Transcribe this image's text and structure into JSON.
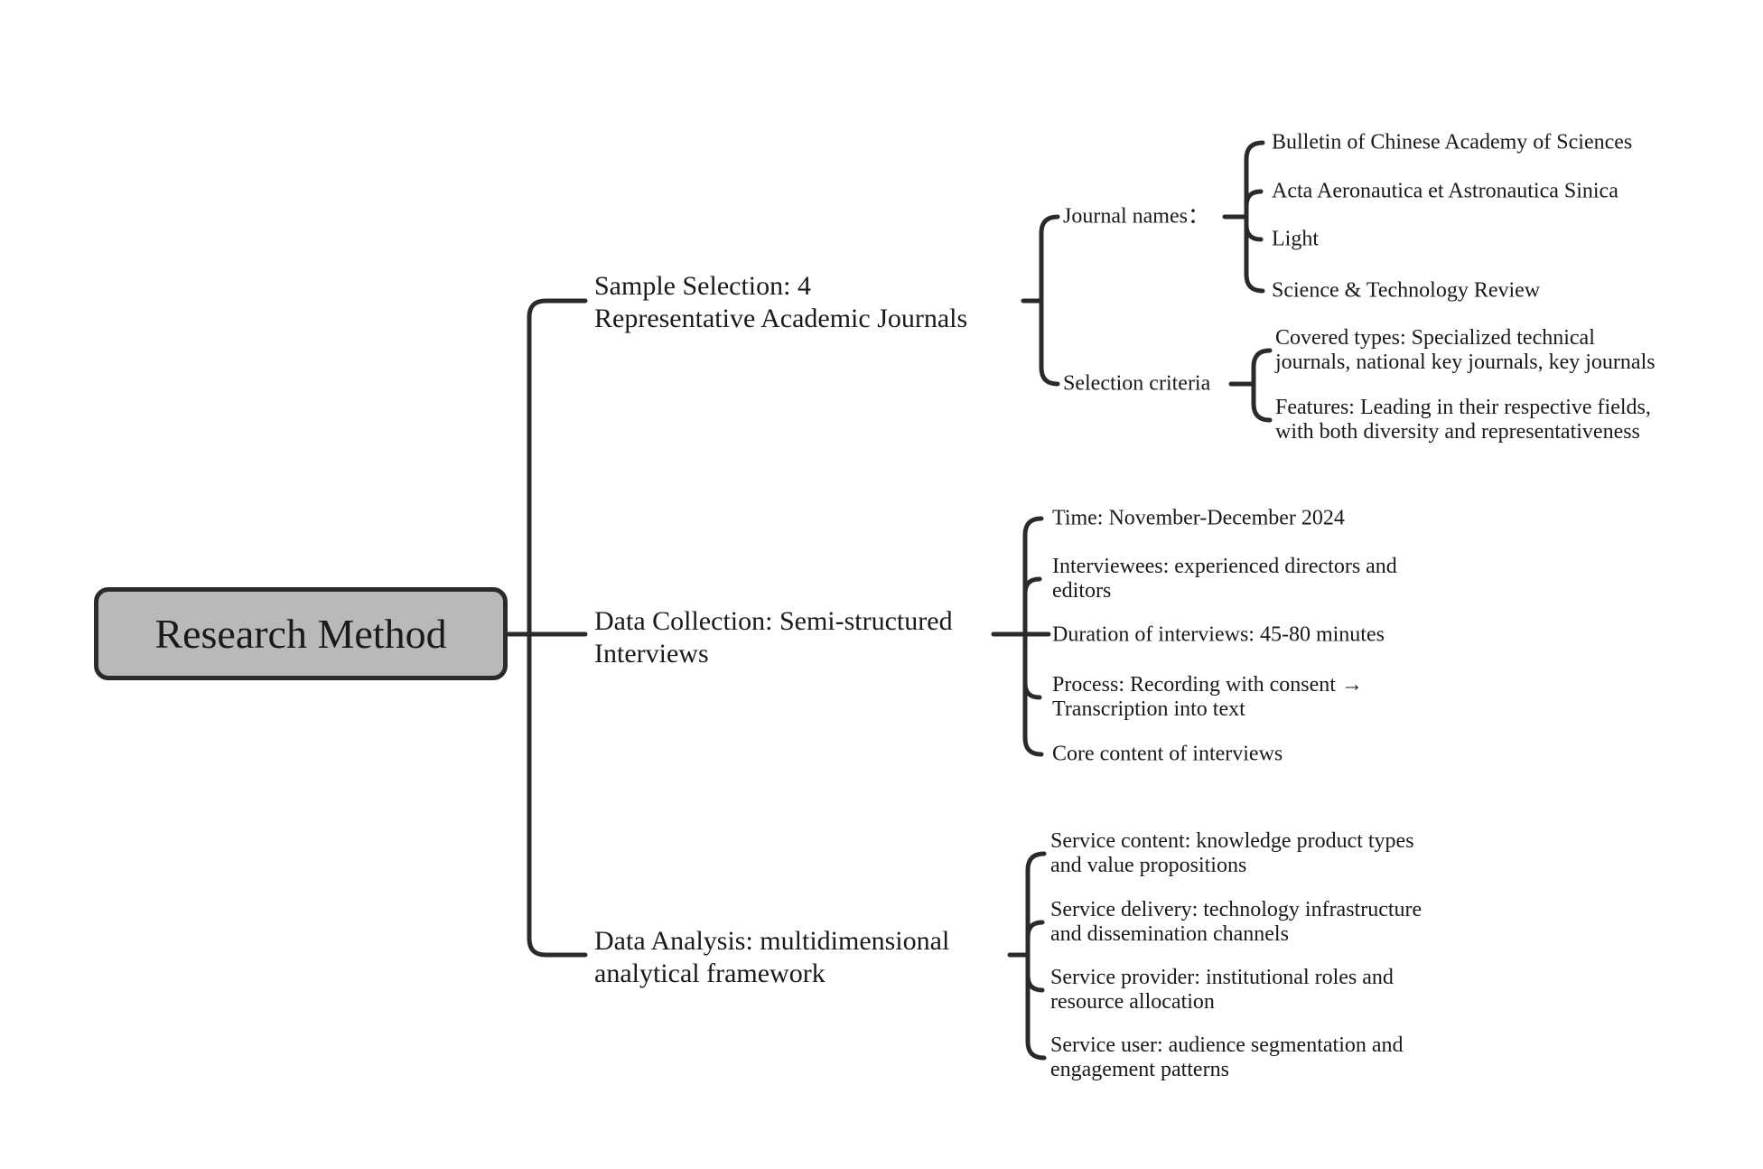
{
  "diagram": {
    "root": "Research Method",
    "branches": [
      {
        "label": "Sample Selection: 4\nRepresentative Academic Journals",
        "children": [
          {
            "label": "Journal names：",
            "children": [
              "Bulletin of Chinese Academy of Sciences",
              "Acta Aeronautica et Astronautica Sinica",
              "Light",
              "Science & Technology Review"
            ]
          },
          {
            "label": "Selection criteria",
            "children": [
              "Covered types: Specialized technical\njournals, national key journals, key journals",
              "Features: Leading in their respective fields,\nwith both diversity and representativeness"
            ]
          }
        ]
      },
      {
        "label": "Data Collection: Semi-structured\nInterviews",
        "children": [
          "Time: November-December 2024",
          "Interviewees: experienced directors and\neditors",
          "Duration of interviews: 45-80 minutes",
          "Process: Recording with consent →\nTranscription into text",
          "Core content of interviews"
        ]
      },
      {
        "label": "Data Analysis: multidimensional\nanalytical framework",
        "children": [
          "Service content: knowledge product types\nand value propositions",
          "Service delivery: technology infrastructure\nand dissemination channels",
          "Service provider: institutional roles and\nresource allocation",
          "Service user: audience segmentation and\nengagement patterns"
        ]
      }
    ],
    "colors": {
      "line": "#2a2a2a",
      "root_fill": "#b9b9b9",
      "root_border": "#2a2a2a",
      "text": "#1a1a1a",
      "background": "#ffffff"
    }
  }
}
